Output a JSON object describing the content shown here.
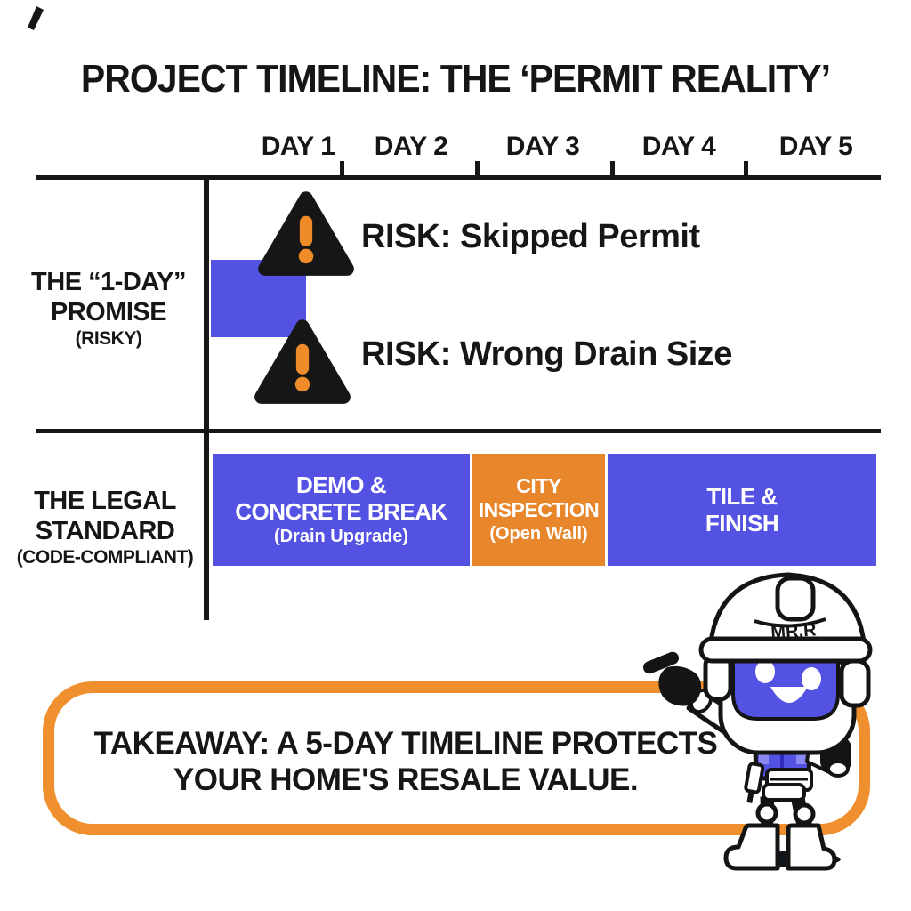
{
  "title": "PROJECT TIMELINE: THE ‘PERMIT REALITY’",
  "axis": {
    "days": [
      "DAY 1",
      "DAY 2",
      "DAY 3",
      "DAY 4",
      "DAY 5"
    ]
  },
  "row_promise": {
    "line1": "THE “1-DAY”",
    "line2": "PROMISE",
    "sub": "(RISKY)",
    "risk1": "RISK: Skipped Permit",
    "risk2": "RISK: Wrong Drain Size"
  },
  "row_legal": {
    "line1": "THE LEGAL",
    "line2": "STANDARD",
    "sub": "(CODE-COMPLIANT)",
    "bar1": {
      "line1": "DEMO &",
      "line2": "CONCRETE BREAK",
      "line3": "(Drain Upgrade)"
    },
    "bar2": {
      "line1": "CITY",
      "line2": "INSPECTION",
      "line3": "(Open Wall)"
    },
    "bar3": {
      "line1": "TILE &",
      "line2": "FINISH"
    }
  },
  "takeaway": {
    "line1": "TAKEAWAY: A 5-DAY TIMELINE PROTECTS",
    "line2": "YOUR HOME'S RESALE VALUE."
  },
  "mascot": {
    "hat_label": "MR.R"
  },
  "colors": {
    "bar_blue": "#5452e3",
    "bar_orange": "#e8862b",
    "takeaway_border": "#ef8f2d",
    "warning_accent": "#ef8b28",
    "ink": "#161616"
  },
  "chart_data": {
    "type": "bar",
    "variant": "gantt-timeline",
    "title": "PROJECT TIMELINE: THE ‘PERMIT REALITY’",
    "x_ticks": [
      "DAY 1",
      "DAY 2",
      "DAY 3",
      "DAY 4",
      "DAY 5"
    ],
    "x_range": [
      1,
      5
    ],
    "grid": false,
    "series": [
      {
        "name": "THE “1-DAY” PROMISE (RISKY)",
        "bars": [
          {
            "label": "",
            "start_day": 1,
            "end_day": 1.7,
            "color": "#5452e3"
          }
        ],
        "annotations": [
          {
            "icon": "warning-triangle",
            "text": "RISK: Skipped Permit"
          },
          {
            "icon": "warning-triangle",
            "text": "RISK: Wrong Drain Size"
          }
        ]
      },
      {
        "name": "THE LEGAL STANDARD (CODE-COMPLIANT)",
        "bars": [
          {
            "label": "DEMO & CONCRETE BREAK (Drain Upgrade)",
            "start_day": 1,
            "end_day": 2,
            "color": "#5452e3"
          },
          {
            "label": "CITY INSPECTION (Open Wall)",
            "start_day": 3,
            "end_day": 3,
            "color": "#e8862b"
          },
          {
            "label": "TILE & FINISH",
            "start_day": 4,
            "end_day": 5,
            "color": "#5452e3"
          }
        ]
      }
    ],
    "footnote": "TAKEAWAY: A 5-DAY TIMELINE PROTECTS YOUR HOME'S RESALE VALUE."
  }
}
